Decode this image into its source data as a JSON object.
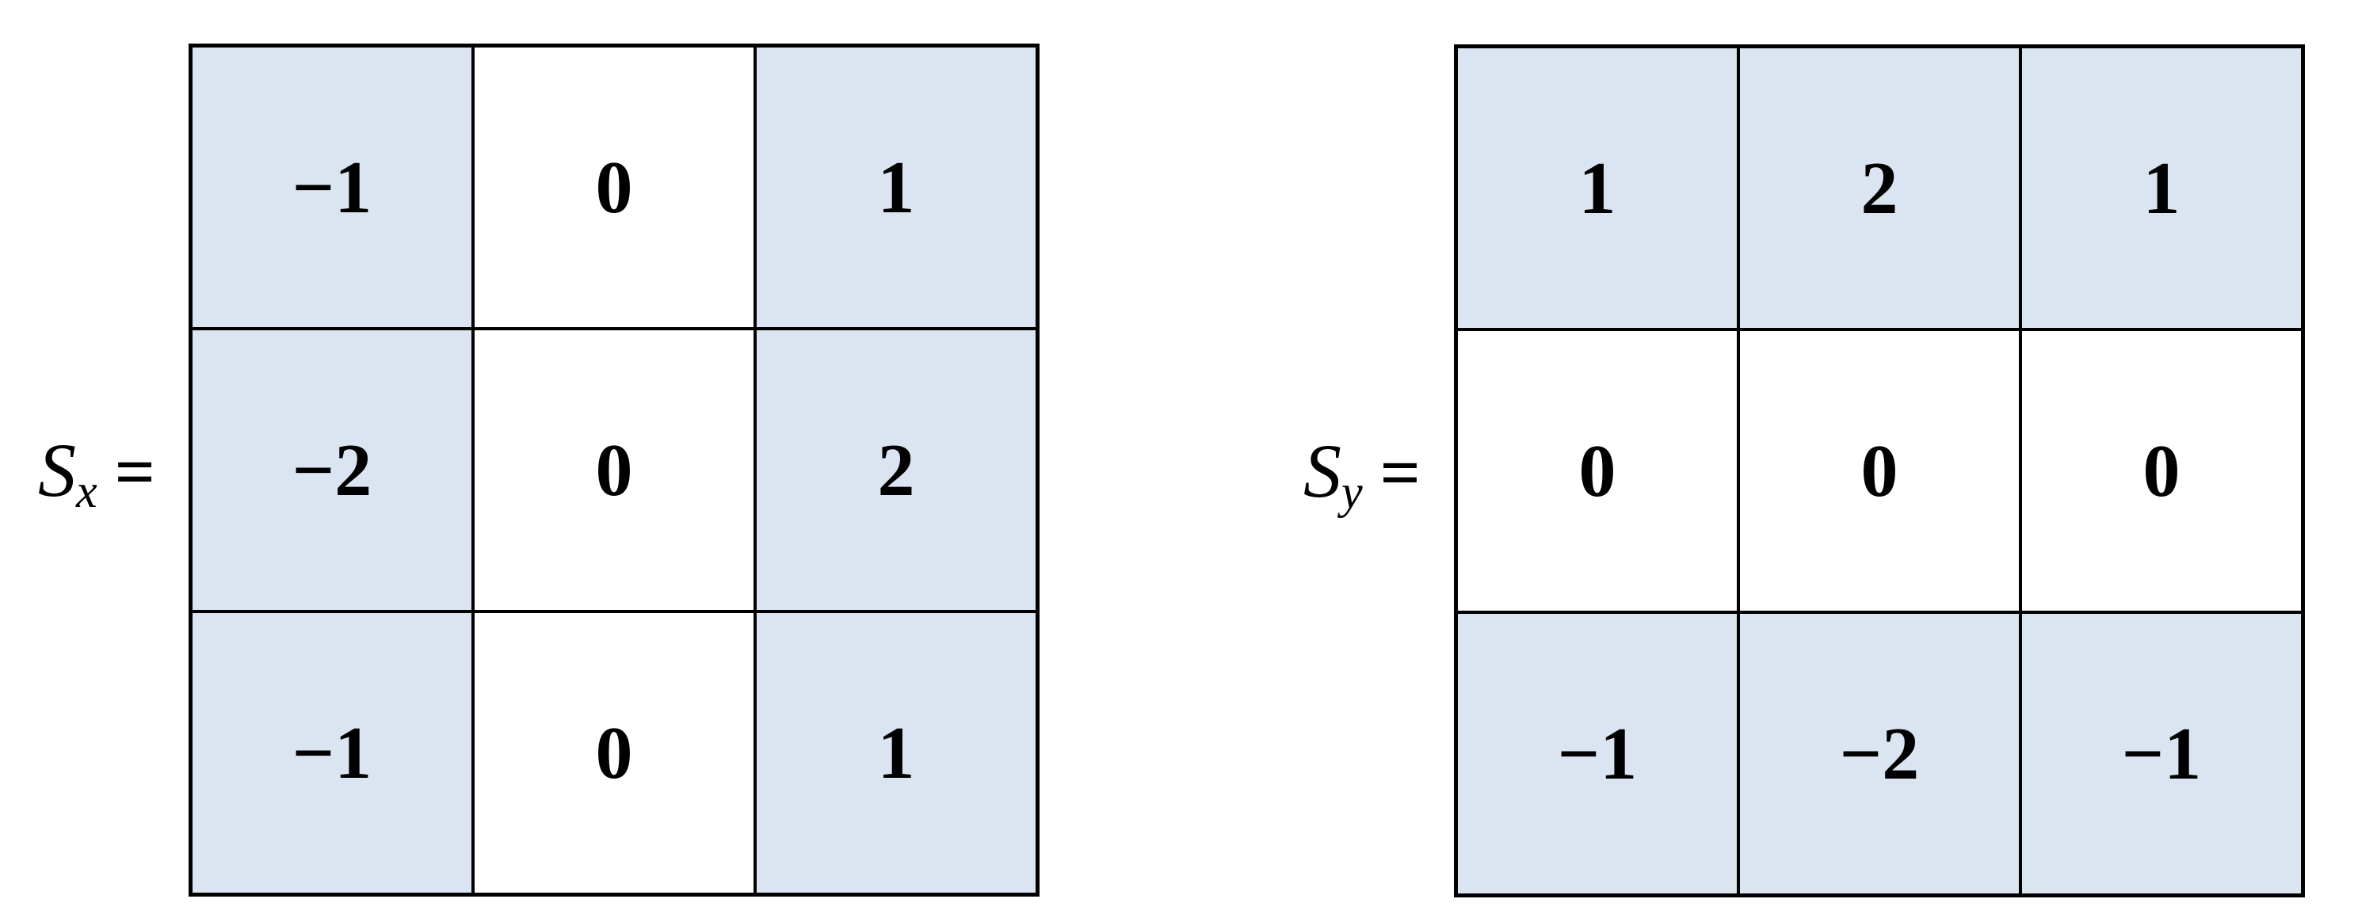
{
  "figure": {
    "description": "Sobel edge-detection kernels",
    "background_color": "#ffffff",
    "border_color": "#000000",
    "cell_shade_color": "#dbe5f2",
    "cell_plain_color": "#ffffff",
    "matrices": [
      {
        "name": "sobel-x",
        "label_base": "S",
        "label_subscript": "x",
        "equals_sign": "=",
        "rows": [
          [
            "−1",
            "0",
            "1"
          ],
          [
            "−2",
            "0",
            "2"
          ],
          [
            "−1",
            "0",
            "1"
          ]
        ],
        "shading": [
          [
            true,
            false,
            true
          ],
          [
            true,
            false,
            true
          ],
          [
            true,
            false,
            true
          ]
        ]
      },
      {
        "name": "sobel-y",
        "label_base": "S",
        "label_subscript": "y",
        "equals_sign": "=",
        "rows": [
          [
            "1",
            "2",
            "1"
          ],
          [
            "0",
            "0",
            "0"
          ],
          [
            "−1",
            "−2",
            "−1"
          ]
        ],
        "shading": [
          [
            true,
            true,
            true
          ],
          [
            false,
            false,
            false
          ],
          [
            true,
            true,
            true
          ]
        ]
      }
    ]
  }
}
